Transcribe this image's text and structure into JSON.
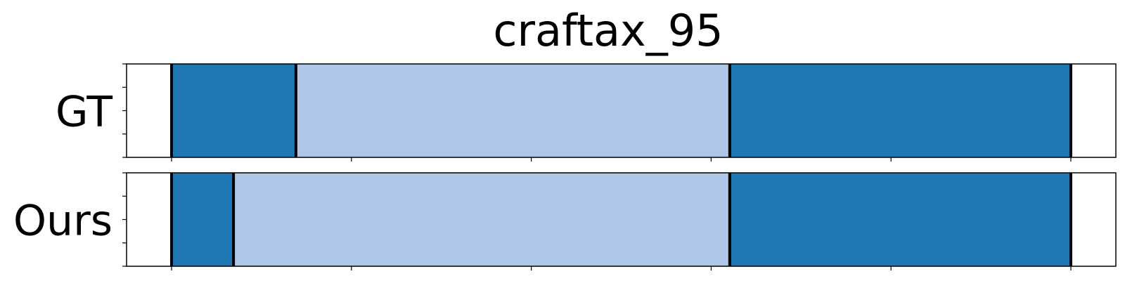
{
  "chart_data": {
    "type": "segment_timeline",
    "title": "craftax_95",
    "xlim": [
      0,
      1
    ],
    "rows": [
      {
        "label": "GT",
        "segments": [
          {
            "start": 0.0455,
            "end": 0.1712,
            "color": "#1f77b4"
          },
          {
            "start": 0.1712,
            "end": 0.6097,
            "color": "#aec7e8"
          },
          {
            "start": 0.6097,
            "end": 0.9545,
            "color": "#1f77b4"
          }
        ],
        "boundaries": [
          0.0455,
          0.1712,
          0.6097,
          0.9545
        ]
      },
      {
        "label": "Ours",
        "segments": [
          {
            "start": 0.0455,
            "end": 0.1081,
            "color": "#1f77b4"
          },
          {
            "start": 0.1081,
            "end": 0.6097,
            "color": "#aec7e8"
          },
          {
            "start": 0.6097,
            "end": 0.9545,
            "color": "#1f77b4"
          }
        ],
        "boundaries": [
          0.0455,
          0.1081,
          0.6097,
          0.9545
        ]
      }
    ],
    "x_ticks": [
      0.0455,
      0.2273,
      0.4091,
      0.5909,
      0.7727,
      0.9545
    ],
    "y_ticks_per_row": 5,
    "grid": false,
    "legend": "none",
    "boundary_color": "#000000"
  }
}
